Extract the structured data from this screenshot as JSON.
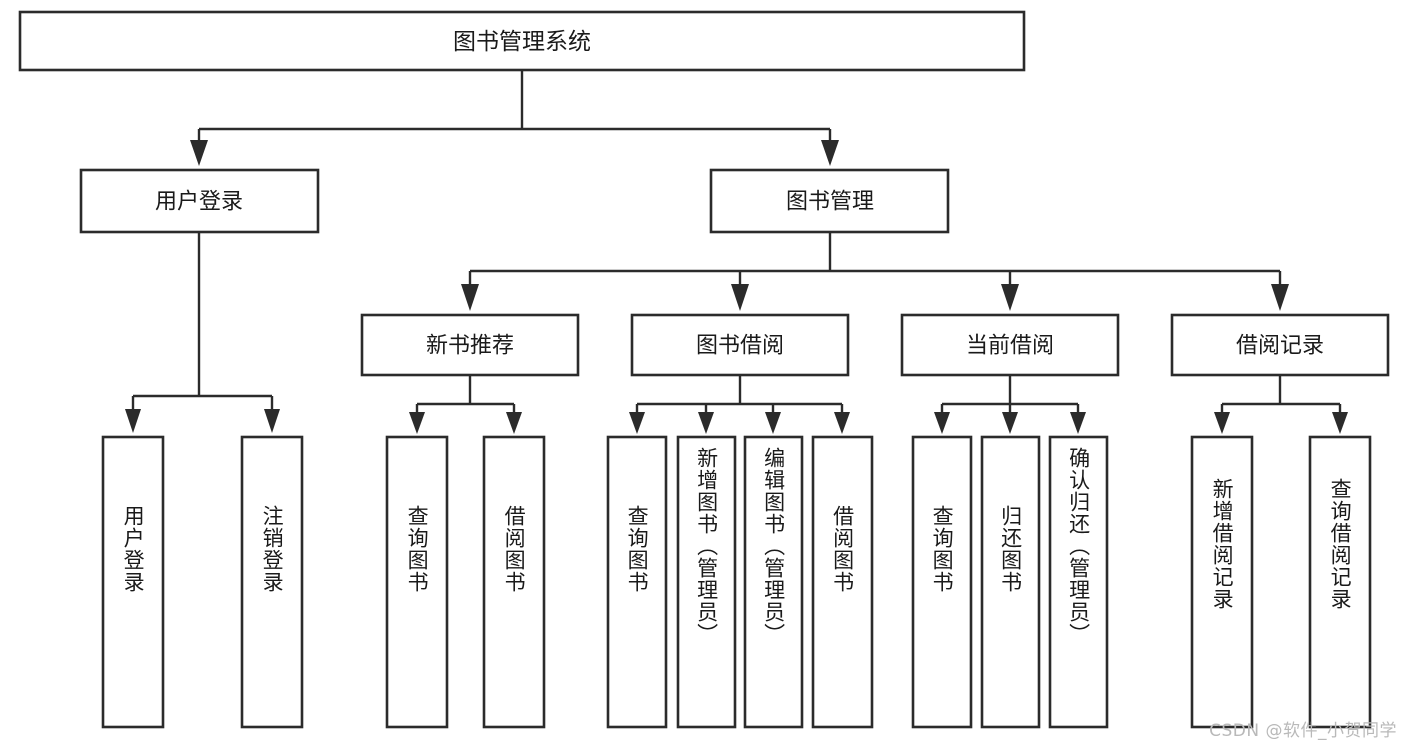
{
  "diagram": {
    "type": "tree-hierarchy",
    "title": "图书管理系统",
    "watermark": "CSDN @软件_小贺同学",
    "colors": {
      "box_stroke": "#2b2b2b",
      "box_fill": "#ffffff",
      "connector": "#2b2b2b",
      "text": "#1a1a1a",
      "watermark": "#b9b9b9",
      "background": "#ffffff"
    },
    "root": {
      "label": "图书管理系统",
      "level": 0
    },
    "level2": [
      {
        "label": "用户登录"
      },
      {
        "label": "图书管理"
      }
    ],
    "level3": [
      {
        "label": "新书推荐"
      },
      {
        "label": "图书借阅"
      },
      {
        "label": "当前借阅"
      },
      {
        "label": "借阅记录"
      }
    ],
    "leaves": {
      "user_login": [
        {
          "label": "用户登录"
        },
        {
          "label": "注销登录"
        }
      ],
      "new_book_recommend": [
        {
          "label": "查询图书"
        },
        {
          "label": "借阅图书"
        }
      ],
      "book_borrow": [
        {
          "label": "查询图书"
        },
        {
          "label": "新增图书（管理员）"
        },
        {
          "label": "编辑图书（管理员）"
        },
        {
          "label": "借阅图书"
        }
      ],
      "current_borrow": [
        {
          "label": "查询图书"
        },
        {
          "label": "归还图书"
        },
        {
          "label": "确认归还（管理员）"
        }
      ],
      "borrow_record": [
        {
          "label": "新增借阅记录"
        },
        {
          "label": "查询借阅记录"
        }
      ]
    }
  }
}
